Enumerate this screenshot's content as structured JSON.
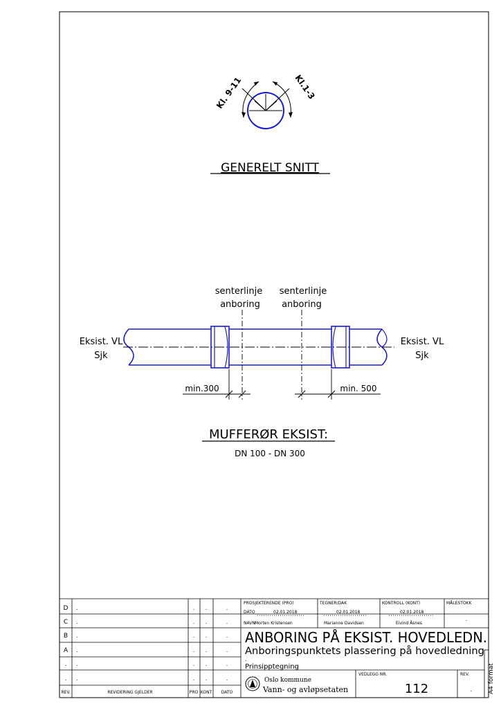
{
  "section": {
    "title": "GENERELT SNITT",
    "label_left": "Kl. 9-11",
    "label_right": "Kl.1-3"
  },
  "pipe": {
    "label_centerline": "senterlinje",
    "label_drilling": "anboring",
    "left_end_line1": "Eksist. VL",
    "left_end_line2": "Sjk",
    "right_end_line1": "Eksist. VL",
    "right_end_line2": "Sjk",
    "dim_min_left": "min.300",
    "dim_min_right": "min. 500",
    "title": "MUFFERØR EKSIST:",
    "subtitle": "DN 100 - DN 300"
  },
  "title_block": {
    "revision_rows": [
      {
        "rev": "D",
        "text": ".",
        "pro": ".",
        "kont": ".",
        "dato": "."
      },
      {
        "rev": "C",
        "text": ".",
        "pro": ".",
        "kont": ".",
        "dato": "."
      },
      {
        "rev": "B",
        "text": ".",
        "pro": ".",
        "kont": ".",
        "dato": "."
      },
      {
        "rev": "A",
        "text": ".",
        "pro": ".",
        "kont": ".",
        "dato": "."
      },
      {
        "rev": ".",
        "text": ".",
        "pro": ".",
        "kont": ".",
        "dato": "."
      },
      {
        "rev": ".",
        "text": ".",
        "pro": ".",
        "kont": ".",
        "dato": "."
      }
    ],
    "header_rev": "REV.",
    "header_text": "REVIDERING GJELDER",
    "header_pro": "PRO",
    "header_kont": "KONT",
    "header_dato": "DATO",
    "prosjekterende_label": "PROSJEKTERENDE (PRO)",
    "tegner_label": "TEGNER/DAK",
    "kontroll_label": "KONTROLL (KONT)",
    "malestokk_label": "MÅLESTOKK",
    "malestokk_value": ".",
    "dato_label": "DATO",
    "navn_label": "NAVN",
    "pro_date": "02.01.2018",
    "tegner_date": "02.01.2018",
    "kontroll_date": "02.01.2018",
    "pro_name": "Morten Kristensen",
    "tegner_name": "Marianne Davidsen",
    "kontroll_name": "Eivind Åsnes",
    "drawing_title": "ANBORING PÅ EKSIST. HOVEDLEDN.",
    "drawing_subtitle": "Anboringspunktets plassering på hovedledning",
    "drawing_dot": ".",
    "drawing_type": "Prinsipptegning",
    "org_line1": "Oslo kommune",
    "org_line2": "Vann- og avløpsetaten",
    "vedlegg_label": "VEDLEGG NR.",
    "vedlegg_value": "112",
    "rev_label": "REV.",
    "rev_value": ".",
    "format_label": "A4 format"
  }
}
